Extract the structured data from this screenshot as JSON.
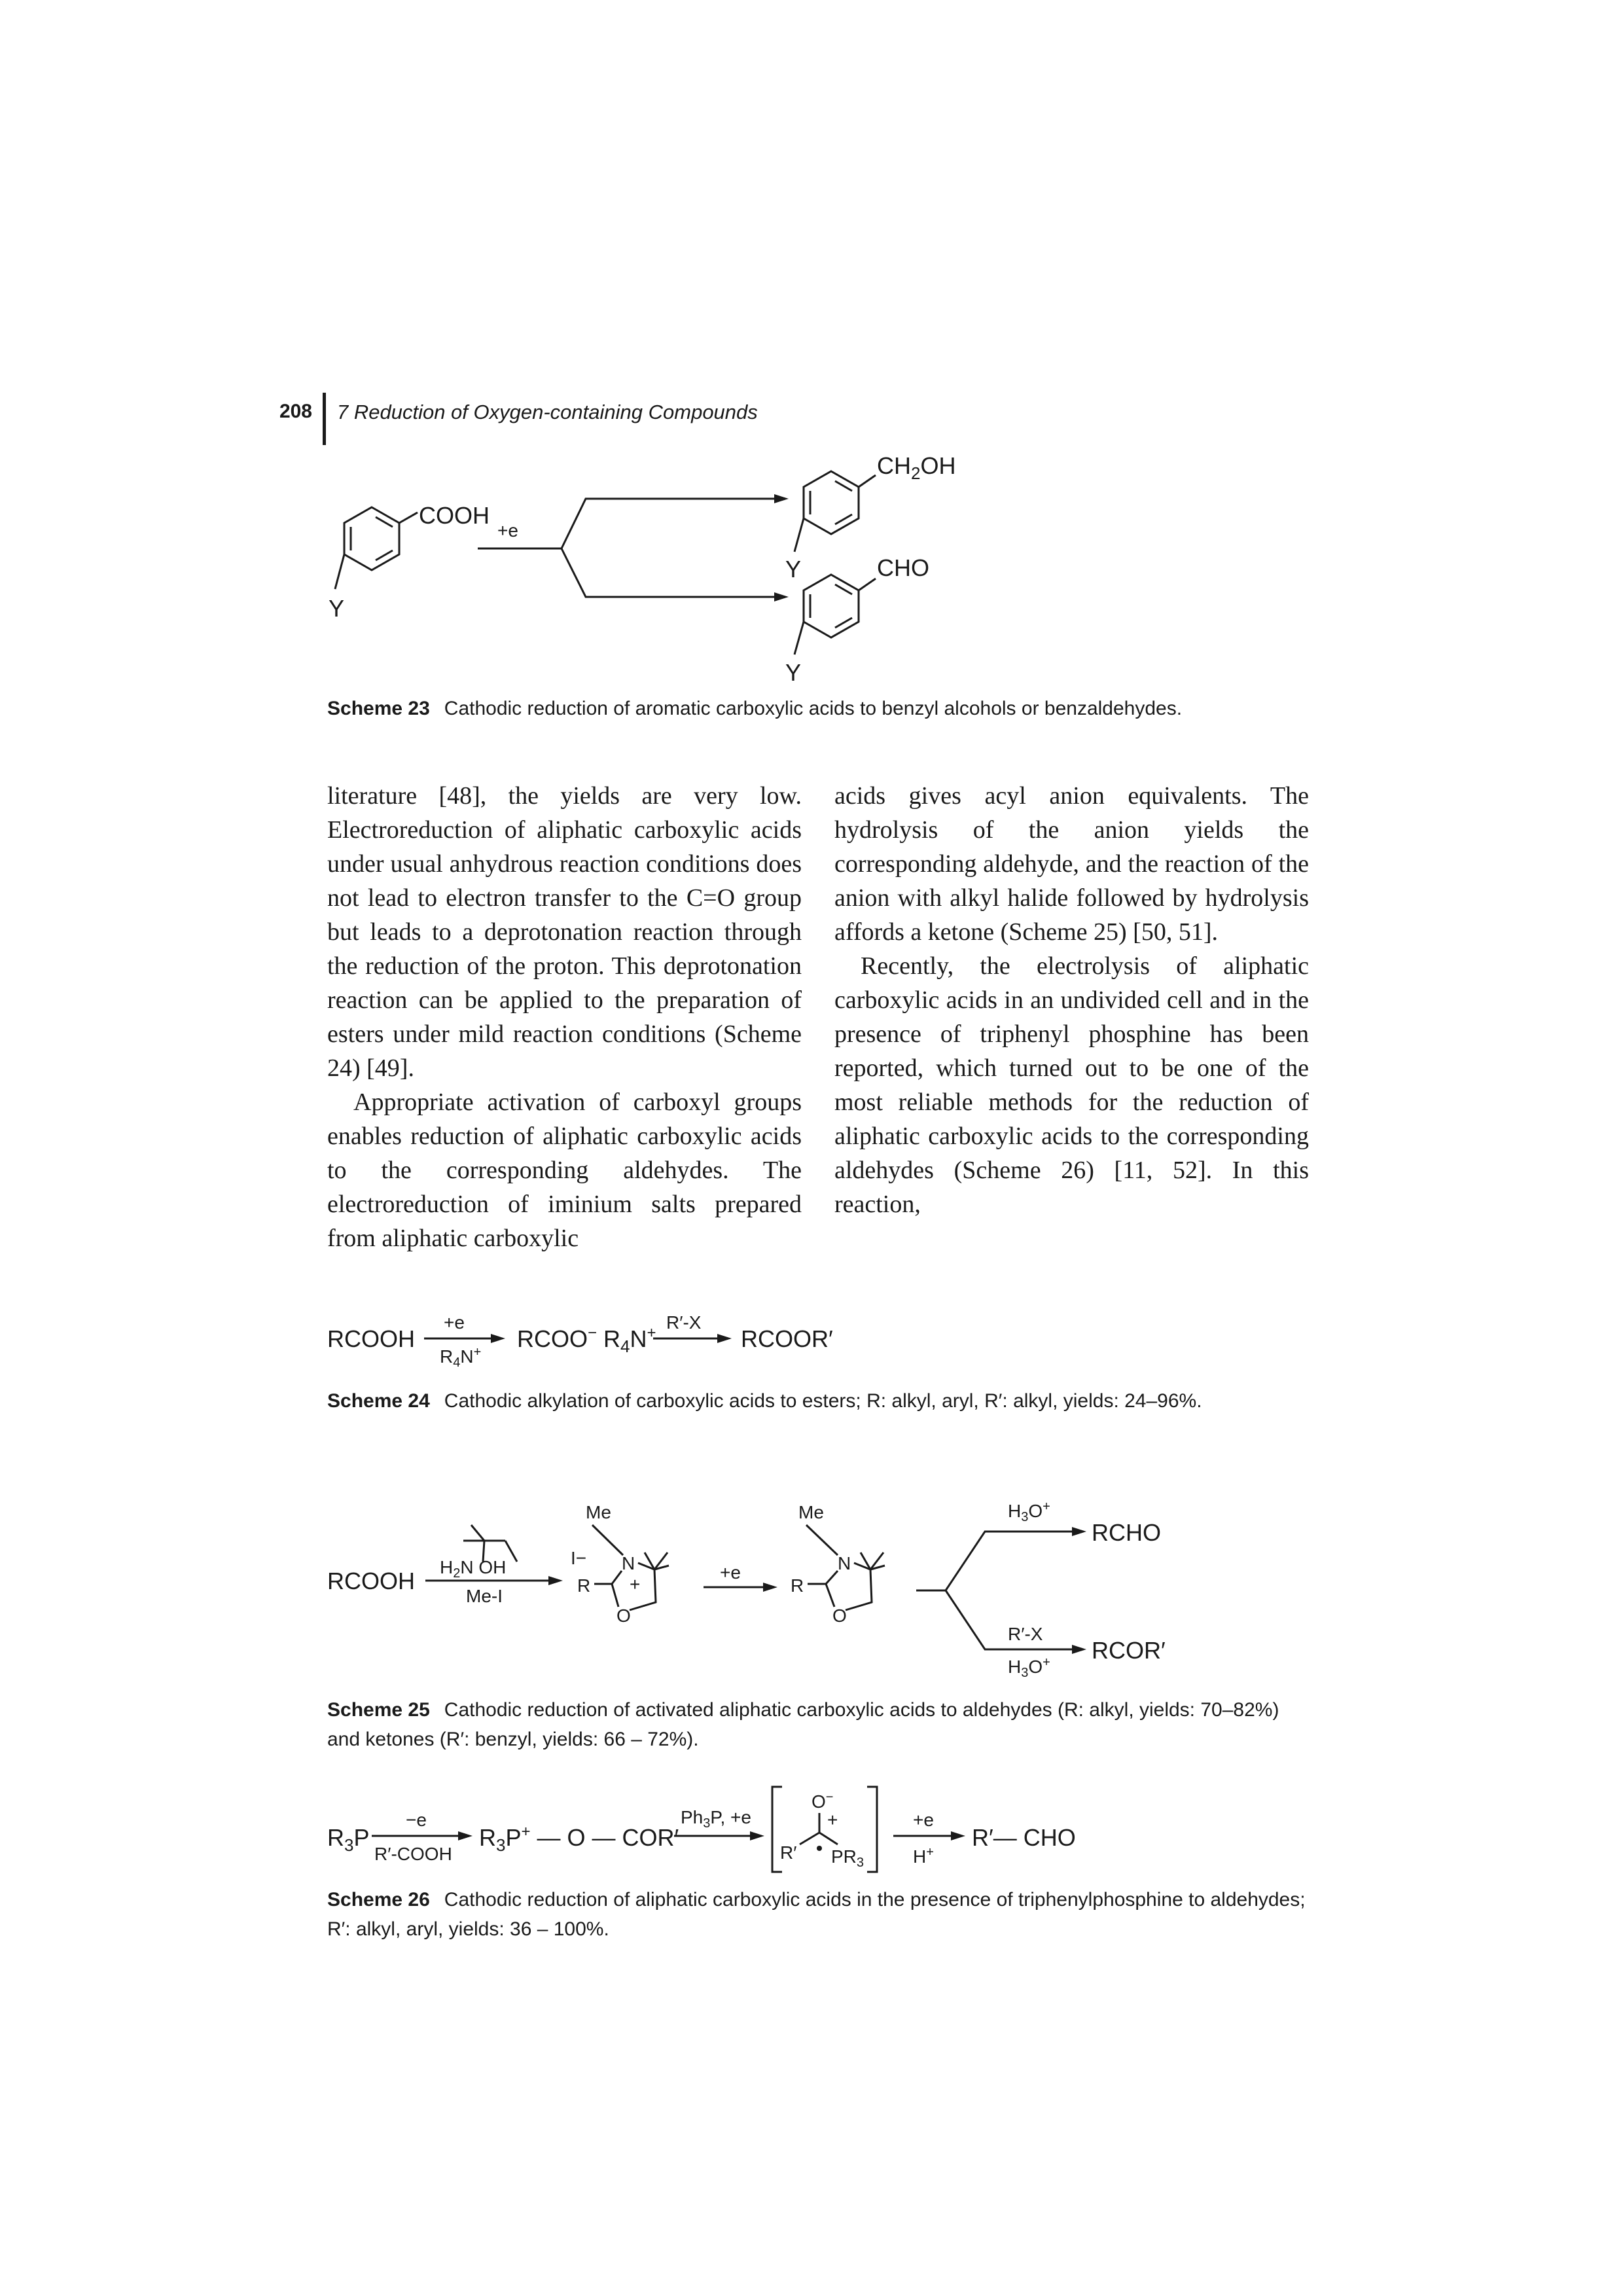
{
  "header": {
    "page_number": "208",
    "chapter_title": "7 Reduction of Oxygen-containing Compounds"
  },
  "scheme23": {
    "label": "Scheme 23",
    "caption": "Cathodic reduction of aromatic carboxylic acids to benzyl alcohols or benzaldehydes.",
    "substituent": "Y",
    "reactant_group": "COOH",
    "reagent": "+e",
    "product1_group": "CH2OH",
    "product2_group": "CHO"
  },
  "body": {
    "left": [
      "literature [48], the yields are very low. Electroreduction of aliphatic carboxylic acids under usual anhydrous reaction conditions does not lead to electron transfer to the C=O group but leads to a deprotonation reaction through the reduction of the proton. This deprotonation reaction can be applied to the preparation of esters under mild reaction conditions (Scheme 24) [49].",
      "Appropriate activation of carboxyl groups enables reduction of aliphatic carboxylic acids to the corresponding aldehydes. The electroreduction of iminium salts prepared from aliphatic carboxylic"
    ],
    "right": [
      "acids gives acyl anion equivalents. The hydrolysis of the anion yields the corresponding aldehyde, and the reaction of the anion with alkyl halide followed by hydrolysis affords a ketone (Scheme 25) [50, 51].",
      "Recently, the electrolysis of aliphatic carboxylic acids in an undivided cell and in the presence of triphenyl phosphine has been reported, which turned out to be one of the most reliable methods for the reduction of aliphatic carboxylic acids to the corresponding aldehydes (Scheme 26) [11, 52]. In this reaction,"
    ]
  },
  "scheme24": {
    "label": "Scheme 24",
    "caption": "Cathodic alkylation of carboxylic acids to esters; R: alkyl, aryl, R′: alkyl, yields: 24–96%.",
    "start": "RCOOH",
    "arrow1_top": "+e",
    "arrow1_bottom": "R4N+",
    "intermediate": "RCOO− R4N+",
    "arrow2_top": "R′-X",
    "product": "RCOOR′"
  },
  "scheme25": {
    "label": "Scheme 25",
    "caption": "Cathodic reduction of activated aliphatic carboxylic acids to aldehydes (R: alkyl, yields: 70–82%) and ketones (R′: benzyl, yields: 66 – 72%).",
    "start": "RCOOH",
    "amine_reagent": "H2N   OH",
    "methylating": "Me-I",
    "me": "Me",
    "iodide": "I−",
    "ring_n": "N",
    "ring_o": "O",
    "r": "R",
    "plus": "+",
    "reduction": "+e",
    "hydrolysis": "H3O+",
    "aldehyde": "RCHO",
    "alkyl_halide": "R′-X",
    "ketone": "RCOR′"
  },
  "scheme26": {
    "label": "Scheme 26",
    "caption": "Cathodic reduction of aliphatic carboxylic acids in the presence of triphenylphosphine to aldehydes; R′: alkyl, aryl, yields: 36 – 100%.",
    "start": "R3P",
    "arrow1_top": "−e",
    "arrow1_bottom": "R′-COOH",
    "intermediate": "R3P+ — O — COR′",
    "arrow2_top": "Ph3P, +e",
    "oxide": "O−",
    "plus": "+",
    "r_prime": "R′",
    "pr3": "PR3",
    "arrow3_top": "+e",
    "arrow3_bottom": "H+",
    "product": "R′— CHO"
  }
}
